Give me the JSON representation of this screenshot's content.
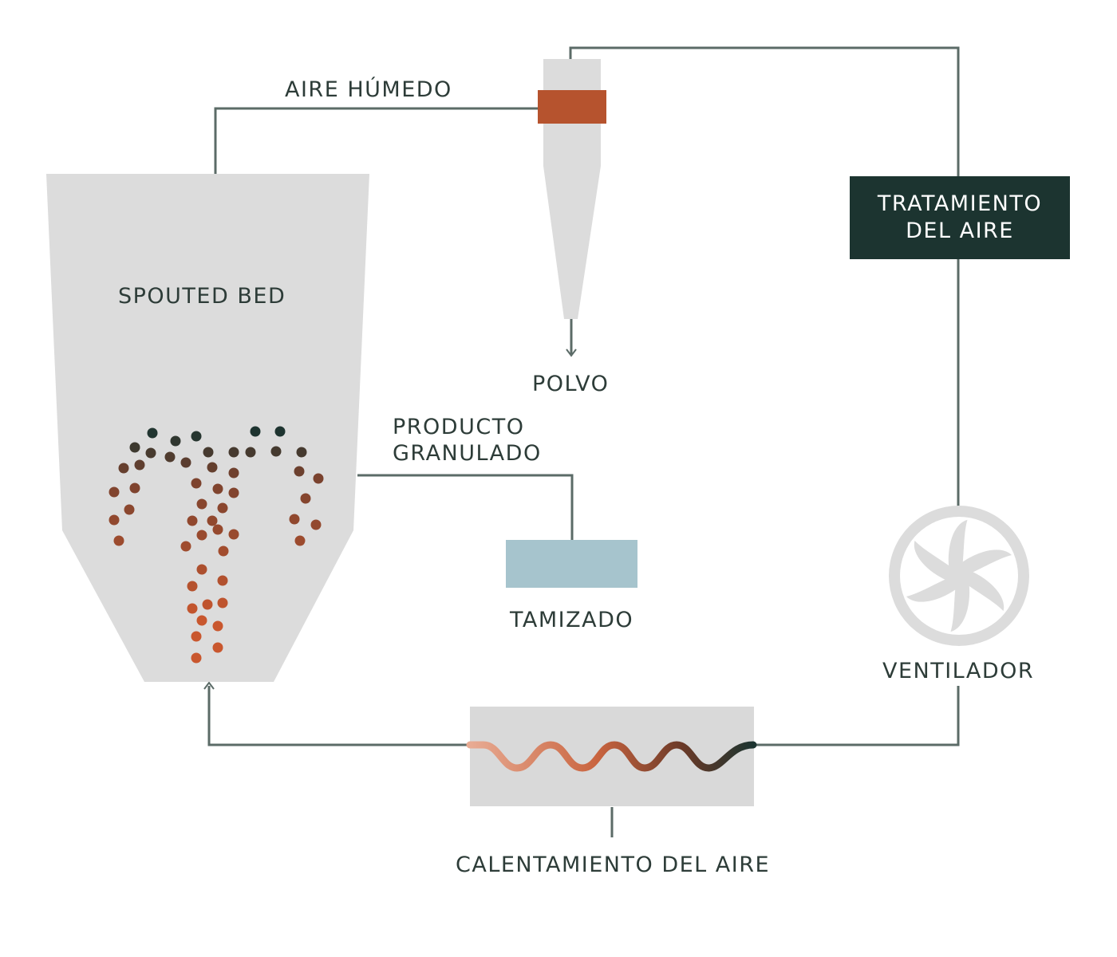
{
  "labels": {
    "aire_humedo": "AIRE HÚMEDO",
    "spouted_bed": "SPOUTED BED",
    "polvo": "POLVO",
    "producto_line1": "PRODUCTO",
    "producto_line2": "GRANULADO",
    "tamizado": "TAMIZADO",
    "tratamiento_line1": "TRATAMIENTO",
    "tratamiento_line2": "DEL AIRE",
    "ventilador": "VENTILADOR",
    "calentamiento": "CALENTAMIENTO DEL AIRE"
  },
  "colors": {
    "line": "#5b6b67",
    "vessel": "#dcdcdc",
    "cyclone_band": "#b6532e",
    "tamizado_box": "#a6c4cd",
    "tratamiento_box": "#1c3430",
    "heater_box": "#d9d9d9",
    "particle_hot": "#c9572e",
    "particle_mid": "#8a4a33",
    "particle_cool": "#1c3430"
  },
  "icons": {
    "fan": "fan-icon",
    "heater_coil": "heating-coil-icon"
  }
}
